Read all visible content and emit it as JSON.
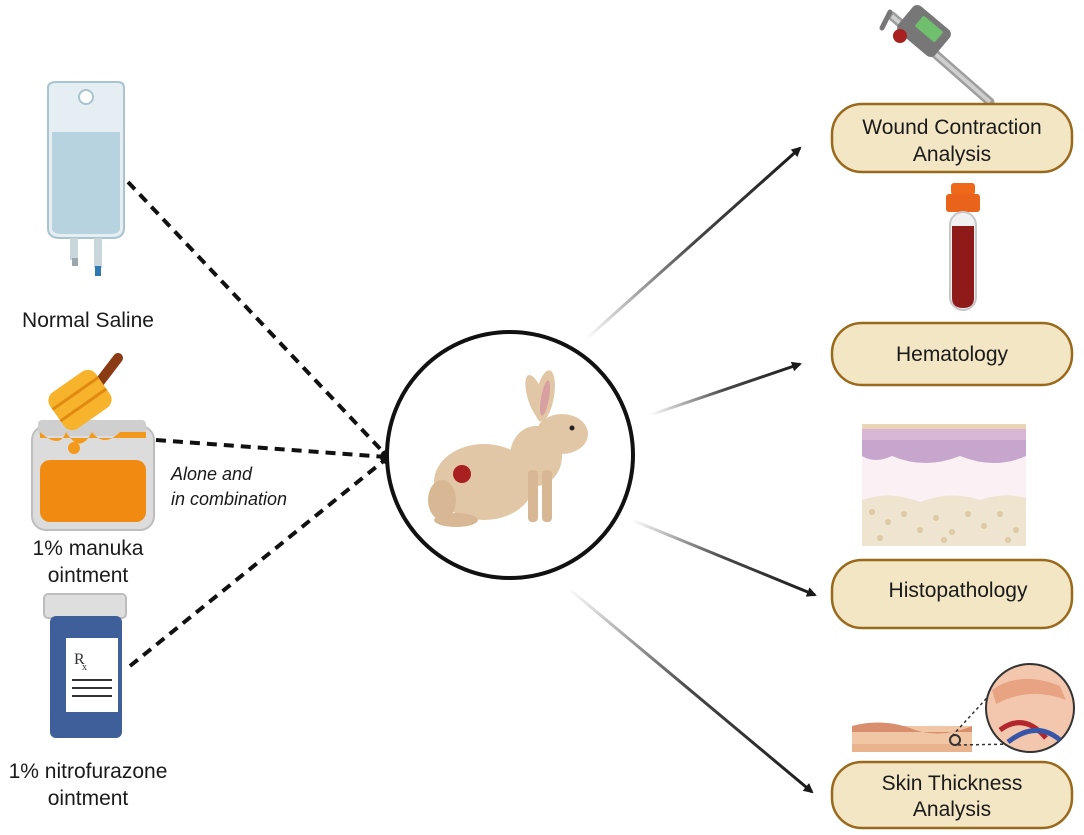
{
  "treatments": [
    {
      "line1": "Normal Saline",
      "line2": ""
    },
    {
      "line1": "1% manuka",
      "line2": "ointment"
    },
    {
      "line1": "1% nitrofurazone",
      "line2": "ointment"
    }
  ],
  "combination_note": {
    "line1": "Alone and",
    "line2": "in combination"
  },
  "outcomes": [
    {
      "line1": "Wound Contraction",
      "line2": "Analysis"
    },
    {
      "line1": "Hematology",
      "line2": ""
    },
    {
      "line1": "Histopathology",
      "line2": ""
    },
    {
      "line1": "Skin Thickness",
      "line2": "Analysis"
    }
  ],
  "colors": {
    "box_fill": "#f3e6c5",
    "box_stroke": "#9a6a1c",
    "saline": "#b7d3e0",
    "honey": "#f08a10",
    "bottle": "#3f5f9a",
    "blood": "#8e1a1a",
    "rabbit": "#e2c7a6"
  },
  "icons": {
    "caliper": "caliper-icon",
    "tube": "blood-tube-icon",
    "tissue": "tissue-section-icon",
    "skin": "skin-layers-icon",
    "rabbit": "rabbit-icon",
    "saline": "iv-bag-icon",
    "honey": "honey-jar-icon",
    "pills": "pill-bottle-icon"
  }
}
